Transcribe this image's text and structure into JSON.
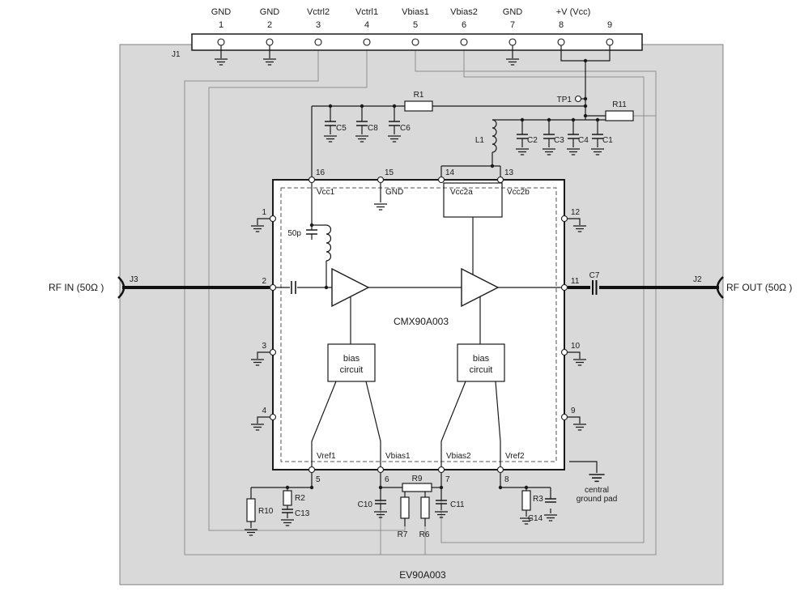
{
  "board": {
    "title": "EV90A003"
  },
  "connector": {
    "ref": "J1",
    "vcc_label": "+V (Vcc)",
    "pins": [
      {
        "num": "1",
        "label": "GND"
      },
      {
        "num": "2",
        "label": "GND"
      },
      {
        "num": "3",
        "label": "Vctrl2"
      },
      {
        "num": "4",
        "label": "Vctrl1"
      },
      {
        "num": "5",
        "label": "Vbias1"
      },
      {
        "num": "6",
        "label": "Vbias2"
      },
      {
        "num": "7",
        "label": "GND"
      },
      {
        "num": "8",
        "label": ""
      },
      {
        "num": "9",
        "label": ""
      }
    ]
  },
  "rf": {
    "in_label": "RF IN (50Ω )",
    "out_label": "RF OUT (50Ω )",
    "j3": "J3",
    "j2": "J2",
    "c7": "C7"
  },
  "ic": {
    "name": "CMX90A003",
    "top_nums": [
      "16",
      "15",
      "14",
      "13"
    ],
    "bottom_nums": [
      "5",
      "6",
      "7",
      "8"
    ],
    "left_nums": [
      "1",
      "2",
      "3",
      "4"
    ],
    "right_nums": [
      "12",
      "11",
      "10",
      "9"
    ],
    "top_labels": [
      "Vcc1",
      "GND",
      "Vcc2a",
      "Vcc2b"
    ],
    "bottom_labels": [
      "Vref1",
      "Vbias1",
      "Vbias2",
      "Vref2"
    ],
    "cap_50p": "50p",
    "bias_word1": "bias",
    "bias_word2": "circuit"
  },
  "top_network": {
    "r1": "R1",
    "c5": "C5",
    "c8": "C8",
    "c6": "C6",
    "l1": "L1",
    "c2": "C2",
    "c3": "C3",
    "c4": "C4",
    "c1": "C1",
    "tp1": "TP1",
    "r11": "R11"
  },
  "bottom_network": {
    "r2": "R2",
    "c13": "C13",
    "r10": "R10",
    "c10": "C10",
    "r9": "R9",
    "r7": "R7",
    "r6": "R6",
    "c11": "C11",
    "r3": "R3",
    "c14": "C14",
    "central_ground_line1": "central",
    "central_ground_line2": "ground pad"
  }
}
